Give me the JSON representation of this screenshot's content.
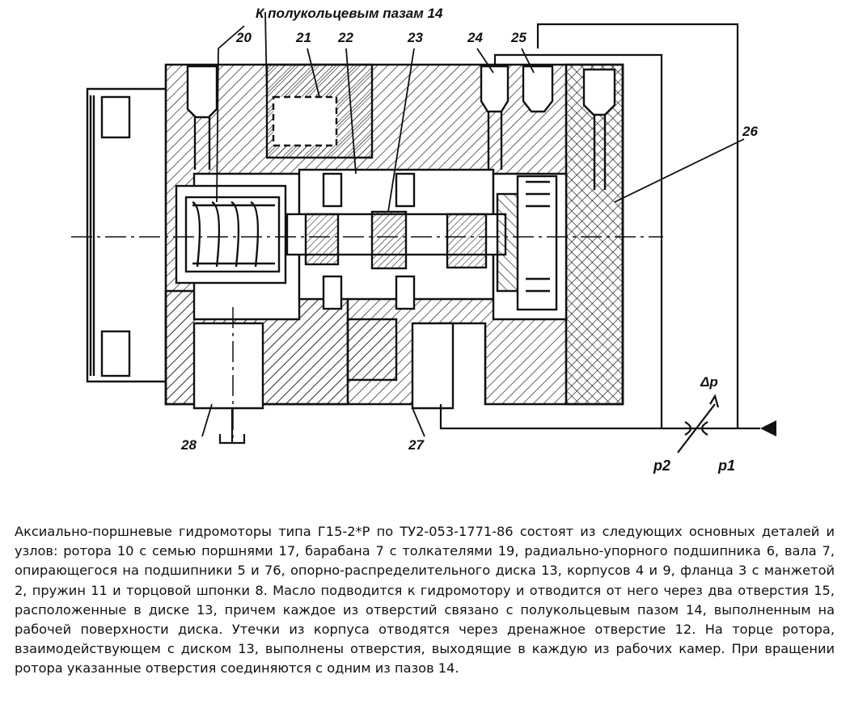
{
  "drawing": {
    "header_label": "К полукольцевым пазам 14",
    "part_numbers": [
      "20",
      "21",
      "22",
      "23",
      "24",
      "25",
      "26",
      "27",
      "28"
    ],
    "pressure_labels": {
      "p1": "p1",
      "p2": "p2",
      "delta_p": "Δp"
    },
    "colors": {
      "ink": "#111111",
      "background": "#ffffff"
    }
  },
  "description": "Аксиально-поршневые гидромоторы типа Г15-2*Р по ТУ2-053-1771-86 состоят из следующих основных деталей и узлов: ротора 10 с семью поршнями 17, барабана 7 с толкателями 19, радиально-упорного подшипника 6, вала 7, опирающегося на подшипники 5 и 76, опорно-распределительного диска 13, корпусов 4 и 9, фланца 3 с манжетой 2, пружин 11 и торцовой шпонки 8. Масло подводится к гидромотору и отводится от него через два отверстия 15, расположенные в диске 13, причем каждое из отверстий связано с полукольцевым пазом 14, выполненным на рабочей поверхности диска. Утечки из корпуса отводятся через дренажное отверстие 12. На торце ротора, взаимодействующем с диском 13, выполнены отверстия, выходящие в каждую из рабочих камер. При вращении ротора указанные отверстия соединяются с одним из пазов 14."
}
